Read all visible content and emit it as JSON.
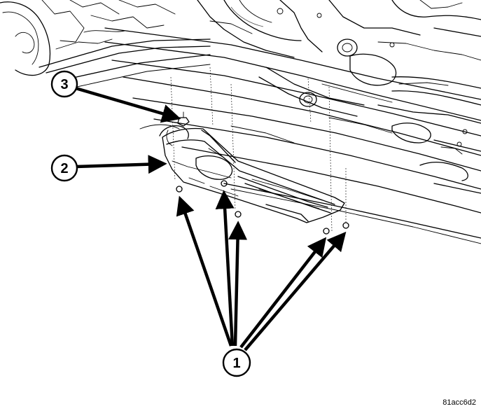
{
  "callouts": [
    {
      "id": "1",
      "label": "1"
    },
    {
      "id": "2",
      "label": "2"
    },
    {
      "id": "3",
      "label": "3"
    }
  ],
  "figure_id": "81acc6d2",
  "colors": {
    "ink": "#000000",
    "paper": "#ffffff"
  }
}
